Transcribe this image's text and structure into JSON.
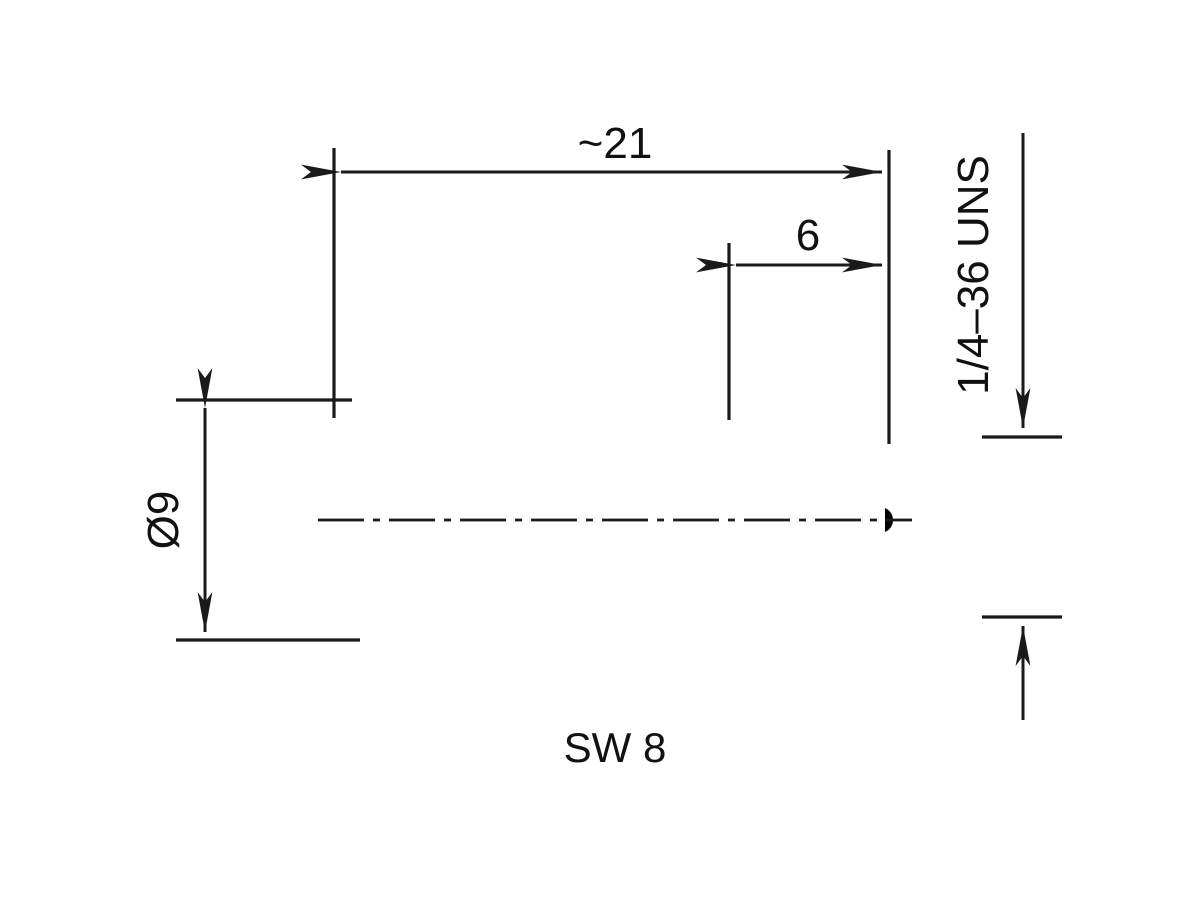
{
  "drawing": {
    "title": "SMA coaxial adapter outline drawing",
    "units": "mm",
    "line_color": "#1a1a1a",
    "background_color": "#ffffff",
    "dimensions": {
      "overall_length": {
        "label": "~21",
        "value": 21,
        "approximate": true,
        "orientation": "horizontal",
        "position": "top"
      },
      "thread_length": {
        "label": "6",
        "value": 6,
        "approximate": false,
        "orientation": "horizontal",
        "position": "top-right"
      },
      "body_diameter": {
        "label": "Ø9",
        "value": 9,
        "symbol": "Ø",
        "orientation": "vertical",
        "position": "left"
      },
      "thread_spec": {
        "label": "1/4–36 UNS",
        "orientation": "vertical",
        "position": "right"
      },
      "wrench_size": {
        "label": "SW 8",
        "value": 8,
        "orientation": "horizontal",
        "position": "bottom-leader"
      }
    }
  }
}
